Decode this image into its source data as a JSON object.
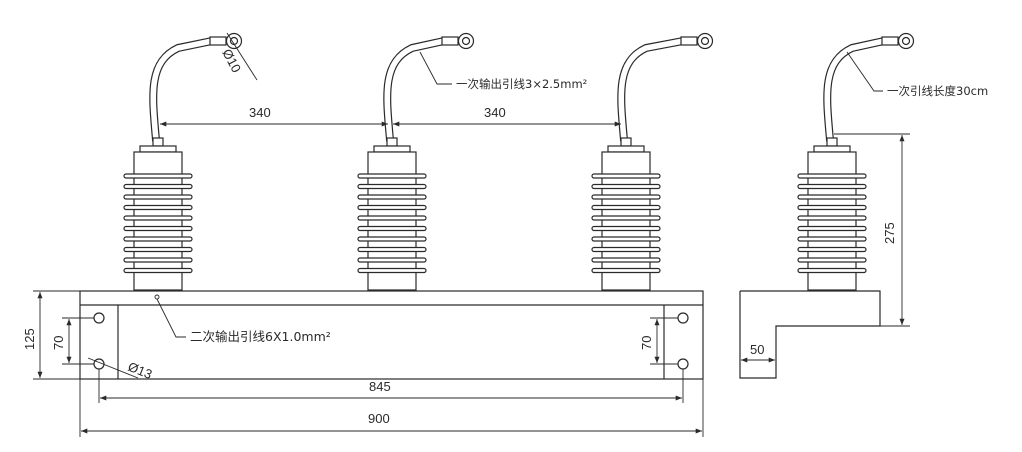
{
  "dimensions": {
    "spacing_left": "340",
    "spacing_right": "340",
    "hole_top": "Ø10",
    "height_side": "275",
    "base_height": "125",
    "hole_spacing_left": "70",
    "hole_spacing_right": "70",
    "hole_base": "Ø13",
    "hole_span": "845",
    "total_length": "900",
    "side_width": "50"
  },
  "annotations": {
    "primary_lead": "一次输出引线3×2.5mm²",
    "primary_lead_length": "一次引线长度30cm",
    "secondary_lead": "二次输出引线6X1.0mm²"
  }
}
